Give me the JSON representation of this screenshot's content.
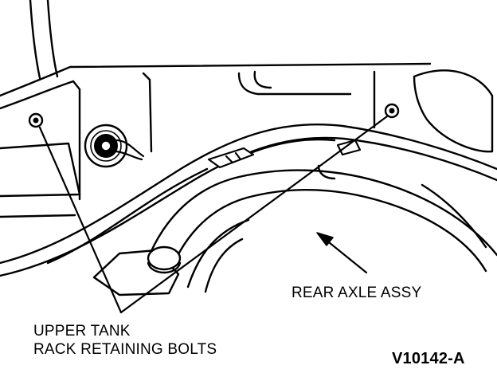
{
  "labels": {
    "rear_axle": "REAR AXLE ASSY",
    "bolts_line1": "UPPER TANK",
    "bolts_line2": "RACK RETAINING BOLTS",
    "figure_id": "V10142-A"
  },
  "colors": {
    "ink": "#000000",
    "paper": "#ffffff"
  }
}
